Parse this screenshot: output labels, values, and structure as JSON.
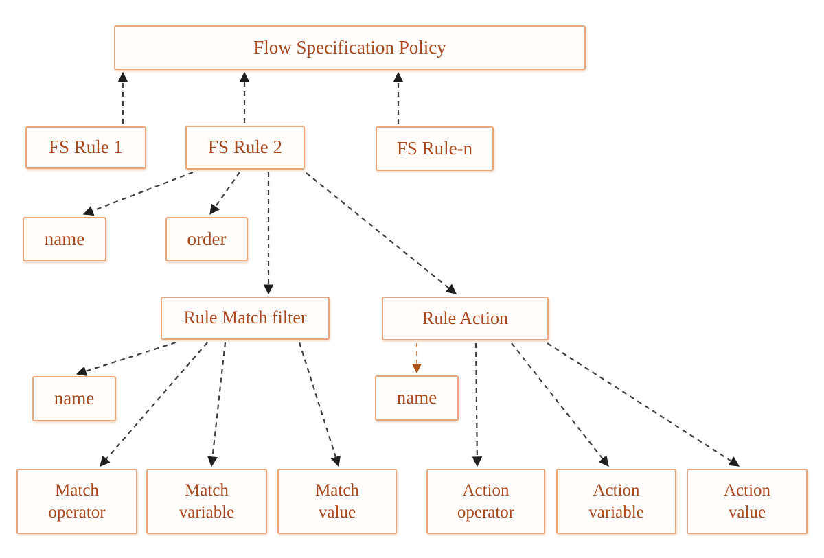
{
  "diagram": {
    "title": "Flow Specification Policy",
    "colors": {
      "box_border": "#e9a87c",
      "box_text": "#a8481e",
      "edge_black": "#3f3f3f",
      "edge_orange": "#d08a52",
      "arrowhead_black": "#1f1f1f",
      "arrowhead_orange": "#a9531b",
      "background": "#ffffff"
    },
    "nodes": [
      {
        "id": "policy",
        "label": "Flow Specification Policy"
      },
      {
        "id": "fs_rule_1",
        "label": "FS Rule 1"
      },
      {
        "id": "fs_rule_2",
        "label": "FS Rule 2"
      },
      {
        "id": "fs_rule_n",
        "label": "FS Rule-n"
      },
      {
        "id": "rule_name",
        "label": "name"
      },
      {
        "id": "rule_order",
        "label": "order"
      },
      {
        "id": "rule_match_filter",
        "label": "Rule Match filter"
      },
      {
        "id": "rule_action",
        "label": "Rule Action"
      },
      {
        "id": "match_name",
        "label": "name"
      },
      {
        "id": "action_name",
        "label": "name"
      },
      {
        "id": "match_operator",
        "label": "Match\noperator"
      },
      {
        "id": "match_variable",
        "label": "Match\nvariable"
      },
      {
        "id": "match_value",
        "label": "Match\nvalue"
      },
      {
        "id": "action_operator",
        "label": "Action\noperator"
      },
      {
        "id": "action_variable",
        "label": "Action\nvariable"
      },
      {
        "id": "action_value",
        "label": "Action\nvalue"
      }
    ],
    "edges": [
      {
        "from": "fs_rule_1",
        "to": "policy",
        "style": "black"
      },
      {
        "from": "fs_rule_2",
        "to": "policy",
        "style": "black"
      },
      {
        "from": "fs_rule_n",
        "to": "policy",
        "style": "black"
      },
      {
        "from": "fs_rule_2",
        "to": "rule_name",
        "style": "black"
      },
      {
        "from": "fs_rule_2",
        "to": "rule_order",
        "style": "black"
      },
      {
        "from": "fs_rule_2",
        "to": "rule_match_filter",
        "style": "black"
      },
      {
        "from": "fs_rule_2",
        "to": "rule_action",
        "style": "black"
      },
      {
        "from": "rule_match_filter",
        "to": "match_name",
        "style": "black"
      },
      {
        "from": "rule_match_filter",
        "to": "match_operator",
        "style": "black"
      },
      {
        "from": "rule_match_filter",
        "to": "match_variable",
        "style": "black"
      },
      {
        "from": "rule_match_filter",
        "to": "match_value",
        "style": "black"
      },
      {
        "from": "rule_action",
        "to": "action_name",
        "style": "orange"
      },
      {
        "from": "rule_action",
        "to": "action_operator",
        "style": "black"
      },
      {
        "from": "rule_action",
        "to": "action_variable",
        "style": "black"
      },
      {
        "from": "rule_action",
        "to": "action_value",
        "style": "black"
      }
    ]
  }
}
